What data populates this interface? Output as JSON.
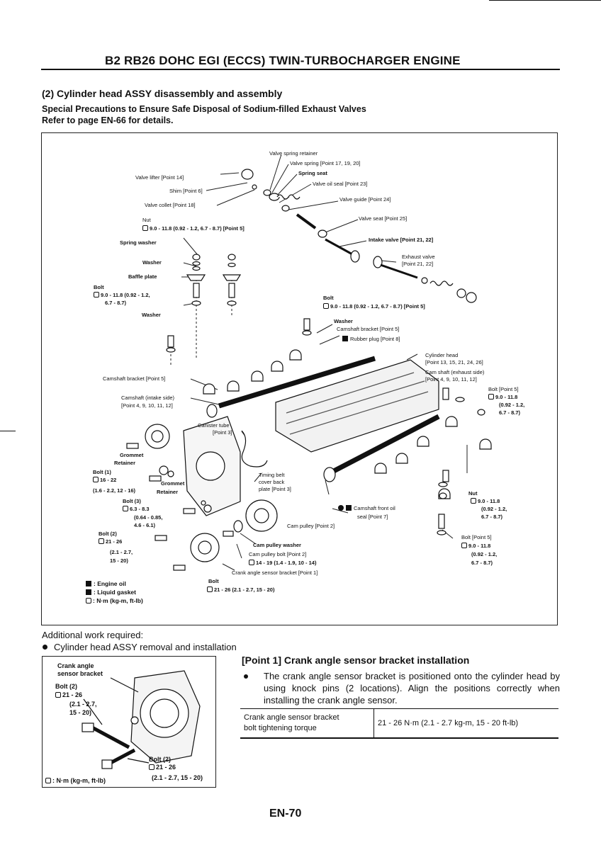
{
  "header": {
    "title": "B2 RB26 DOHC EGI (ECCS) TWIN-TURBOCHARGER ENGINE"
  },
  "section": {
    "heading": "(2) Cylinder head ASSY disassembly and assembly",
    "precaution_line1": "Special Precautions to Ensure Safe Disposal of Sodium-filled Exhaust Valves",
    "precaution_line2": "Refer to page EN-66 for details."
  },
  "figure": {
    "labels": {
      "valve_spring_retainer": "Valve spring retainer",
      "valve_spring": "Valve spring [Point 17, 19, 20]",
      "valve_lifter": "Valve lifter [Point 14]",
      "spring_seat": "Spring seat",
      "valve_oil_seal": "Valve oil seal [Point 23]",
      "shim": "Shim [Point 6]",
      "valve_guide": "Valve guide [Point 24]",
      "valve_collet": "Valve collet [Point 18]",
      "valve_seat": "Valve seat [Point 25]",
      "nut": "Nut",
      "nut_torque": "9.0 - 11.8 (0.92 - 1.2, 6.7 - 8.7) [Point 5]",
      "spring_washer": "Spring washer",
      "intake_valve": "Intake valve [Point 21, 22]",
      "washer_1": "Washer",
      "exhaust_valve_1": "Exhaust valve",
      "exhaust_valve_2": "[Point 21, 22]",
      "baffle_plate": "Baffle plate",
      "bolt_left": "Bolt",
      "bolt_left_torque_1": "9.0 - 11.8 (0.92 - 1.2,",
      "bolt_left_torque_2": "6.7 - 8.7)",
      "bolt_mid": "Bolt",
      "bolt_mid_torque": "9.0 - 11.8 (0.92 - 1.2, 6.7 - 8.7) [Point 5]",
      "washer_2": "Washer",
      "washer_3": "Washer",
      "camshaft_bracket_top": "Camshaft bracket [Point 5]",
      "rubber_plug": "Rubber plug [Point 8]",
      "cylinder_head_1": "Cylinder head",
      "cylinder_head_2": "[Point 13, 15, 21, 24, 26]",
      "cam_shaft_exhaust_1": "Cam shaft (exhaust side)",
      "cam_shaft_exhaust_2": "[Point 4, 9, 10, 11, 12]",
      "camshaft_bracket_left": "Camshaft bracket [Point 5]",
      "bolt_point5_right": "Bolt [Point 5]",
      "bolt_point5_right_torque_1": "9.0 - 11.8",
      "bolt_point5_right_torque_2": "(0.92 - 1.2,",
      "bolt_point5_right_torque_3": "6.7 - 8.7)",
      "camshaft_intake_1": "Camshaft (intake side)",
      "camshaft_intake_2": "[Point 4, 9, 10, 11, 12]",
      "canister_tube_1": "Canister tube",
      "canister_tube_2": "[Point 3]",
      "grommet_1": "Grommet",
      "retainer_1": "Retainer",
      "bolt_1": "Bolt (1)",
      "bolt_1_torque_1": "16 - 22",
      "bolt_1_torque_2": "(1.6 - 2.2, 12 - 16)",
      "grommet_2": "Grommet",
      "retainer_2": "Retainer",
      "timing_belt_cover_1": "Timing belt",
      "timing_belt_cover_2": "cover back",
      "timing_belt_cover_3": "plate [Point 3]",
      "nut_right": "Nut",
      "nut_right_torque_1": "9.0 - 11.8",
      "nut_right_torque_2": "(0.92 - 1.2,",
      "nut_right_torque_3": "6.7 - 8.7)",
      "bolt_3": "Bolt (3)",
      "bolt_3_torque_1": "6.3 - 8.3",
      "bolt_3_torque_2": "(0.64 - 0.85,",
      "bolt_3_torque_3": "4.6 - 6.1)",
      "camshaft_front_oil_seal_1": "Camshaft front oil",
      "camshaft_front_oil_seal_2": "seal [Point 7]",
      "cam_pulley": "Cam pulley [Point 2]",
      "bolt_2": "Bolt (2)",
      "bolt_2_torque_1": "21 - 26",
      "bolt_2_torque_2": "(2.1 - 2.7,",
      "bolt_2_torque_3": "15 - 20)",
      "cam_pulley_washer": "Cam pulley washer",
      "bolt_point5_lower": "Bolt [Point 5]",
      "bolt_point5_lower_torque_1": "9.0 - 11.8",
      "bolt_point5_lower_torque_2": "(0.92 - 1.2,",
      "bolt_point5_lower_torque_3": "6.7 - 8.7)",
      "cam_pulley_bolt": "Cam pulley bolt [Point 2]",
      "cam_pulley_bolt_torque": "14 - 19 (1.4 - 1.9, 10 - 14)",
      "crank_angle_sensor_bracket": "Crank angle sensor bracket [Point 1]",
      "bolt_bottom": "Bolt",
      "bolt_bottom_torque": "21 - 26 (2.1 - 2.7, 15 - 20)"
    },
    "legend": {
      "engine_oil": ": Engine oil",
      "liquid_gasket": ": Liquid gasket",
      "torque_unit": ": N·m (kg-m, ft-lb)"
    }
  },
  "additional": {
    "heading": "Additional work required:",
    "item": "Cylinder head ASSY removal and installation"
  },
  "small_figure": {
    "labels": {
      "crank_angle_1": "Crank angle",
      "crank_angle_2": "sensor bracket",
      "bolt_a": "Bolt (2)",
      "bolt_a_t1": "21 - 26",
      "bolt_a_t2": "(2.1 - 2.7,",
      "bolt_a_t3": "15 - 20)",
      "bolt_b": "Bolt (2)",
      "bolt_b_t1": "21 - 26",
      "bolt_b_t2": "(2.1 - 2.7, 15 - 20)",
      "unit": ": N·m (kg-m, ft-lb)"
    }
  },
  "point1": {
    "heading": "[Point 1]  Crank angle sensor bracket installation",
    "bullet": "The crank angle sensor bracket is positioned onto the cylinder head by using knock pins (2 locations). Align the positions correctly when installing the crank angle sensor."
  },
  "table": {
    "label_line1": "Crank angle sensor bracket",
    "label_line2": "bolt tightening torque",
    "spec": "21 - 26 N·m (2.1 - 2.7 kg-m, 15 - 20 ft-lb)"
  },
  "footer": {
    "page_number": "EN-70"
  }
}
